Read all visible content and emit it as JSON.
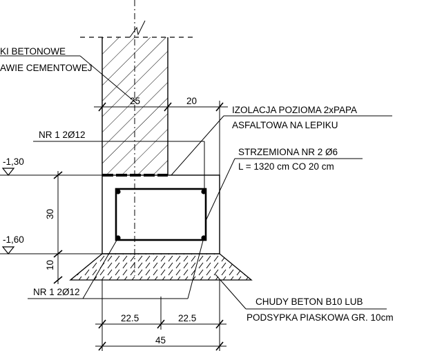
{
  "labels": {
    "wall_line1": "KI BETONOWE",
    "wall_line2": "AWIE CEMENTOWEJ",
    "dim_25": "25",
    "dim_20": "20",
    "insulation_line1": "IZOLACJA POZIOMA 2xPAPA",
    "insulation_line2": "ASFALTOWA NA LEPIKU",
    "bar_top": "NR 1  2Ø12",
    "stirrup_line1": "STRZEMIONA NR 2  Ø6",
    "stirrup_line2": "L = 1320 cm   CO 20 cm",
    "level_top": "-1,30",
    "level_bottom": "-1,60",
    "dim_30": "30",
    "dim_10": "10",
    "bar_bottom": "NR 1  2Ø12",
    "lean_concrete_line1": "CHUDY BETON B10 LUB",
    "lean_concrete_line2": "PODSYPKA PIASKOWA GR. 10cm",
    "dim_22_5_left": "22.5",
    "dim_22_5_right": "22.5",
    "dim_45": "45"
  }
}
